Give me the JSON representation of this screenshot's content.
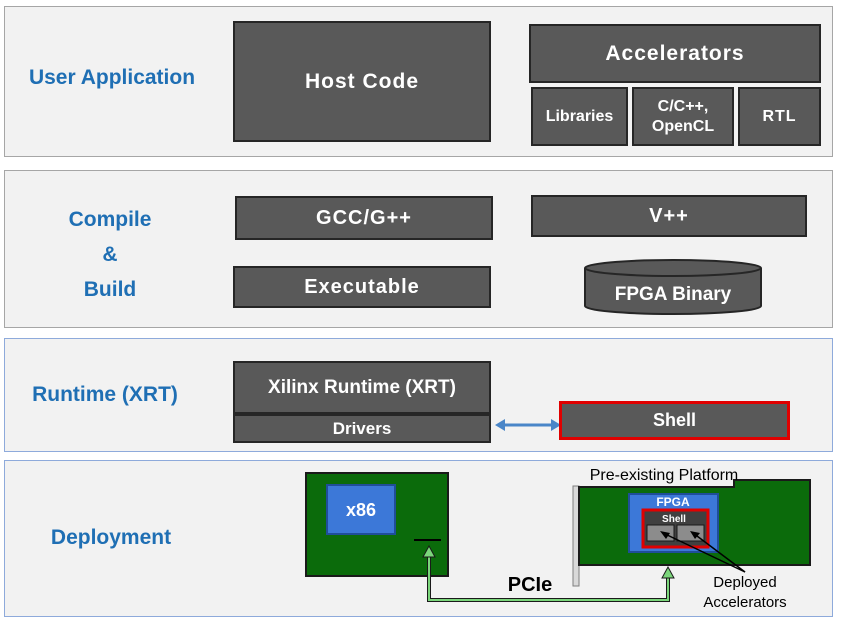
{
  "layers": {
    "user_app": {
      "label": "User Application",
      "host_code": "Host Code",
      "accelerators": "Accelerators",
      "libraries": "Libraries",
      "c_cpp_opencl": "C/C++,\nOpenCL",
      "rtl": "RTL"
    },
    "compile": {
      "label_line1": "Compile",
      "label_line2": "&",
      "label_line3": "Build",
      "gcc": "GCC/G++",
      "vpp": "V++",
      "executable": "Executable",
      "fpga_binary": "FPGA Binary"
    },
    "runtime": {
      "label": "Runtime (XRT)",
      "xrt": "Xilinx Runtime (XRT)",
      "drivers": "Drivers",
      "shell": "Shell"
    },
    "deployment": {
      "label": "Deployment",
      "x86": "x86",
      "pcie": "PCIe",
      "platform": "Pre-existing Platform",
      "fpga": "FPGA",
      "shell": "Shell",
      "deployed_line1": "Deployed",
      "deployed_line2": "Accelerators"
    }
  },
  "colors": {
    "label_blue": "#1f6fb4",
    "box_gray": "#595959",
    "board_green": "#0b6b0b",
    "chip_blue": "#3c78d8",
    "shell_red": "#e00000",
    "arrow_blue": "#4a86c8",
    "pcie_line_green": "#7bd67b"
  }
}
